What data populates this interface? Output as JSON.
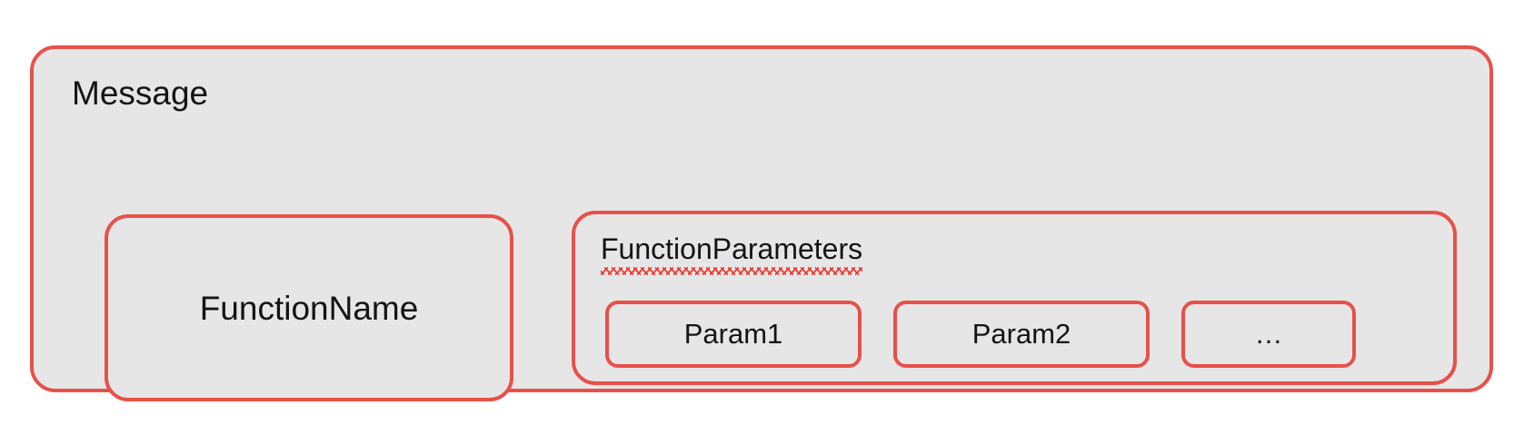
{
  "diagram": {
    "type": "nested-block-diagram",
    "accent_color": "#e8504a",
    "fill_color": "#e6e6e6",
    "text_color": "#141414",
    "spellcheck_underline_color": "#ee3b33",
    "message": {
      "title": "Message",
      "function_name": {
        "label": "FunctionName"
      },
      "function_parameters": {
        "title": "FunctionParameters",
        "title_has_spellcheck_underline": true,
        "params": [
          {
            "label": "Param1",
            "width": "wide"
          },
          {
            "label": "Param2",
            "width": "wide"
          },
          {
            "label": "…",
            "width": "narrow"
          }
        ]
      }
    }
  }
}
